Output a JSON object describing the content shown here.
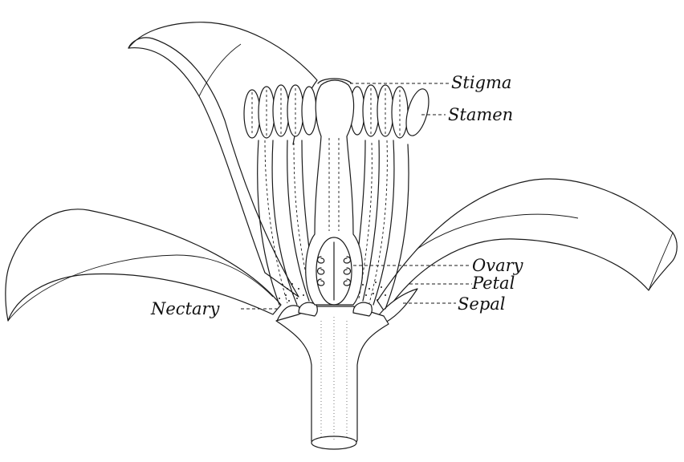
{
  "labels": {
    "stigma": "Stigma",
    "stamen": "Stamen",
    "ovary": "Ovary",
    "petal": "Petal",
    "sepal": "Sepal",
    "nectary": "Nectary"
  }
}
